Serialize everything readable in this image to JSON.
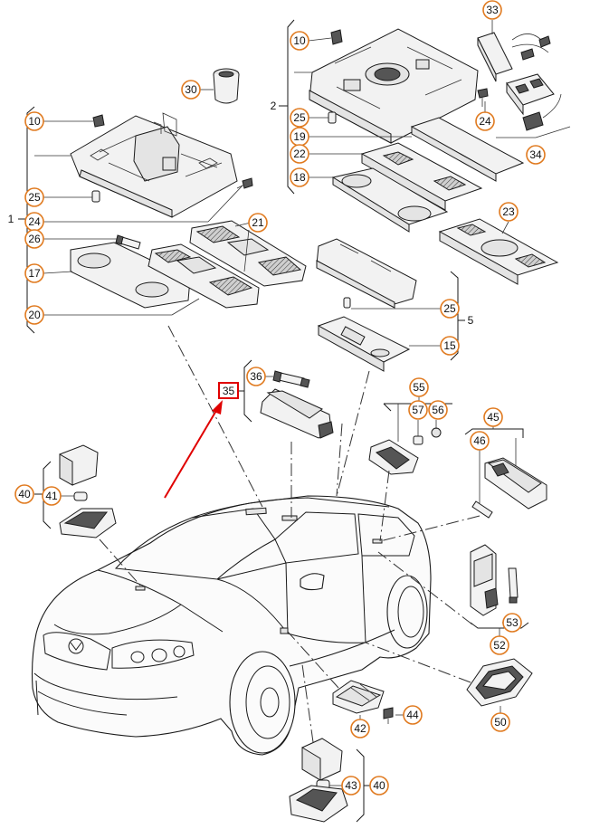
{
  "diagram": {
    "highlighted_callout": "35",
    "highlight_color": "#e00000",
    "callout_color": "#e07a1f",
    "callouts": {
      "g1_10": "10",
      "g1_25": "25",
      "g1_24": "24",
      "g1_26": "26",
      "g1_17": "17",
      "g1_20": "20",
      "g1_21": "21",
      "g1_30": "30",
      "g2_10": "10",
      "g2_25": "25",
      "g2_19": "19",
      "g2_22": "22",
      "g2_18": "18",
      "g2_33": "33",
      "g2_24": "24",
      "g2_34": "34",
      "g2_23": "23",
      "g5_25": "25",
      "g5_15": "15",
      "c36": "36",
      "c55": "55",
      "c57": "57",
      "c56": "56",
      "c45": "45",
      "c46": "46",
      "c40a": "40",
      "c41": "41",
      "c53": "53",
      "c52": "52",
      "c50": "50",
      "c42": "42",
      "c44": "44",
      "c43": "43",
      "c40b": "40"
    },
    "group_labels": {
      "g1": "1",
      "g2": "2",
      "g5": "5"
    }
  }
}
